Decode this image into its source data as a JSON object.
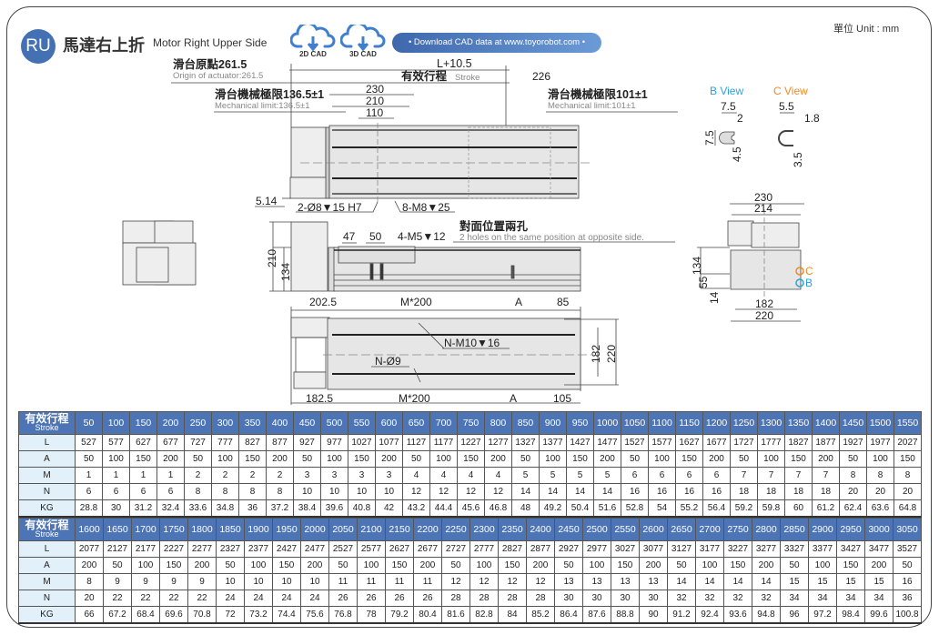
{
  "header": {
    "badge": "RU",
    "title_zh": "馬達右上折",
    "title_en": "Motor Right Upper Side",
    "cad_buttons": [
      {
        "label": "2D CAD",
        "icon": "cloud-download-icon"
      },
      {
        "label": "3D CAD",
        "icon": "cloud-download-icon"
      }
    ],
    "download_text": "• Download CAD data at www.toyorobot.com •",
    "unit": "單位 Unit : mm",
    "accent_color": "#4471b3"
  },
  "drawing": {
    "top_view": {
      "origin_zh": "滑台原點261.5",
      "origin_en": "Origin of actuator:261.5",
      "overall_length": "L+10.5",
      "stroke_zh": "有效行程",
      "stroke_en": "Stroke",
      "right_dim": "226",
      "mech_limit_left_zh": "滑台機械極限136.5±1",
      "mech_limit_left_en": "Mechanical limit:136.5±1",
      "mech_limit_right_zh": "滑台機械極限101±1",
      "mech_limit_right_en": "Mechanical limit:101±1",
      "dim_230": "230",
      "dim_210": "210",
      "dim_110": "110",
      "dim_514": "5.14",
      "callout_pin": "2-Ø8▼15 H7",
      "callout_tap": "8-M8▼25"
    },
    "side_view": {
      "dim_210": "210",
      "dim_134": "134",
      "dim_47": "47",
      "dim_50": "50",
      "callout_tap": "4-M5▼12",
      "note_zh": "對面位置兩孔",
      "note_en": "2 holes on the same position at opposite side."
    },
    "bottom_view": {
      "top_dims": [
        "202.5",
        "M*200",
        "A",
        "85"
      ],
      "bottom_dims": [
        "182.5",
        "M*200",
        "A",
        "105"
      ],
      "callout_tap": "N-M10▼16",
      "callout_hole": "N-Ø9",
      "dim_182": "182",
      "dim_220": "220"
    },
    "end_view": {
      "dim_230": "230",
      "dim_214": "214",
      "dim_134": "134",
      "dim_55": "55",
      "dim_14": "14",
      "dim_182": "182",
      "dim_220": "220",
      "marker_c": "C",
      "marker_b": "B"
    },
    "b_view": {
      "title": "B View",
      "dim_w": "7.5",
      "dim_slot": "2",
      "dim_h": "7.5",
      "dim_depth": "4.5",
      "color": "#29a3e0"
    },
    "c_view": {
      "title": "C View",
      "dim_w": "5.5",
      "dim_slot": "1.8",
      "dim_depth": "3.5",
      "color": "#f08a24"
    }
  },
  "spec_tables": [
    {
      "header_zh": "有效行程",
      "header_en": "Stroke",
      "stroke": [
        "50",
        "100",
        "150",
        "200",
        "250",
        "300",
        "350",
        "400",
        "450",
        "500",
        "550",
        "600",
        "650",
        "700",
        "750",
        "800",
        "850",
        "900",
        "950",
        "1000",
        "1050",
        "1100",
        "1150",
        "1200",
        "1250",
        "1300",
        "1350",
        "1400",
        "1450",
        "1500",
        "1550"
      ],
      "rows": [
        {
          "label": "L",
          "values": [
            "527",
            "577",
            "627",
            "677",
            "727",
            "777",
            "827",
            "877",
            "927",
            "977",
            "1027",
            "1077",
            "1127",
            "1177",
            "1227",
            "1277",
            "1327",
            "1377",
            "1427",
            "1477",
            "1527",
            "1577",
            "1627",
            "1677",
            "1727",
            "1777",
            "1827",
            "1877",
            "1927",
            "1977",
            "2027"
          ]
        },
        {
          "label": "A",
          "values": [
            "50",
            "100",
            "150",
            "200",
            "50",
            "100",
            "150",
            "200",
            "50",
            "100",
            "150",
            "200",
            "50",
            "100",
            "150",
            "200",
            "50",
            "100",
            "150",
            "200",
            "50",
            "100",
            "150",
            "200",
            "50",
            "100",
            "150",
            "200",
            "50",
            "100",
            "150"
          ]
        },
        {
          "label": "M",
          "values": [
            "1",
            "1",
            "1",
            "1",
            "2",
            "2",
            "2",
            "2",
            "3",
            "3",
            "3",
            "3",
            "4",
            "4",
            "4",
            "4",
            "5",
            "5",
            "5",
            "5",
            "6",
            "6",
            "6",
            "6",
            "7",
            "7",
            "7",
            "7",
            "8",
            "8",
            "8"
          ]
        },
        {
          "label": "N",
          "values": [
            "6",
            "6",
            "6",
            "6",
            "8",
            "8",
            "8",
            "8",
            "10",
            "10",
            "10",
            "10",
            "12",
            "12",
            "12",
            "12",
            "14",
            "14",
            "14",
            "14",
            "16",
            "16",
            "16",
            "16",
            "18",
            "18",
            "18",
            "18",
            "20",
            "20",
            "20"
          ]
        },
        {
          "label": "KG",
          "values": [
            "28.8",
            "30",
            "31.2",
            "32.4",
            "33.6",
            "34.8",
            "36",
            "37.2",
            "38.4",
            "39.6",
            "40.8",
            "42",
            "43.2",
            "44.4",
            "45.6",
            "46.8",
            "48",
            "49.2",
            "50.4",
            "51.6",
            "52.8",
            "54",
            "55.2",
            "56.4",
            "59.2",
            "59.8",
            "60",
            "61.2",
            "62.4",
            "63.6",
            "64.8"
          ]
        }
      ]
    },
    {
      "header_zh": "有效行程",
      "header_en": "Stroke",
      "stroke": [
        "1600",
        "1650",
        "1700",
        "1750",
        "1800",
        "1850",
        "1900",
        "1950",
        "2000",
        "2050",
        "2100",
        "2150",
        "2200",
        "2250",
        "2300",
        "2350",
        "2400",
        "2450",
        "2500",
        "2550",
        "2600",
        "2650",
        "2700",
        "2750",
        "2800",
        "2850",
        "2900",
        "2950",
        "3000",
        "3050"
      ],
      "rows": [
        {
          "label": "L",
          "values": [
            "2077",
            "2127",
            "2177",
            "2227",
            "2277",
            "2327",
            "2377",
            "2427",
            "2477",
            "2527",
            "2577",
            "2627",
            "2677",
            "2727",
            "2777",
            "2827",
            "2877",
            "2927",
            "2977",
            "3027",
            "3077",
            "3127",
            "3177",
            "3227",
            "3277",
            "3327",
            "3377",
            "3427",
            "3477",
            "3527"
          ]
        },
        {
          "label": "A",
          "values": [
            "200",
            "50",
            "100",
            "150",
            "200",
            "50",
            "100",
            "150",
            "200",
            "50",
            "100",
            "150",
            "200",
            "50",
            "100",
            "150",
            "200",
            "50",
            "100",
            "150",
            "200",
            "50",
            "100",
            "150",
            "200",
            "50",
            "100",
            "150",
            "200",
            "50"
          ]
        },
        {
          "label": "M",
          "values": [
            "8",
            "9",
            "9",
            "9",
            "9",
            "10",
            "10",
            "10",
            "10",
            "11",
            "11",
            "11",
            "11",
            "12",
            "12",
            "12",
            "12",
            "13",
            "13",
            "13",
            "13",
            "14",
            "14",
            "14",
            "14",
            "15",
            "15",
            "15",
            "15",
            "16"
          ]
        },
        {
          "label": "N",
          "values": [
            "20",
            "22",
            "22",
            "22",
            "22",
            "24",
            "24",
            "24",
            "24",
            "26",
            "26",
            "26",
            "26",
            "28",
            "28",
            "28",
            "28",
            "30",
            "30",
            "30",
            "30",
            "32",
            "32",
            "32",
            "32",
            "34",
            "34",
            "34",
            "34",
            "36"
          ]
        },
        {
          "label": "KG",
          "values": [
            "66",
            "67.2",
            "68.4",
            "69.6",
            "70.8",
            "72",
            "73.2",
            "74.4",
            "75.6",
            "76.8",
            "78",
            "79.2",
            "80.4",
            "81.6",
            "82.8",
            "84",
            "85.2",
            "86.4",
            "87.6",
            "88.8",
            "90",
            "91.2",
            "92.4",
            "93.6",
            "94.8",
            "96",
            "97.2",
            "98.4",
            "99.6",
            "100.8"
          ]
        }
      ]
    }
  ]
}
